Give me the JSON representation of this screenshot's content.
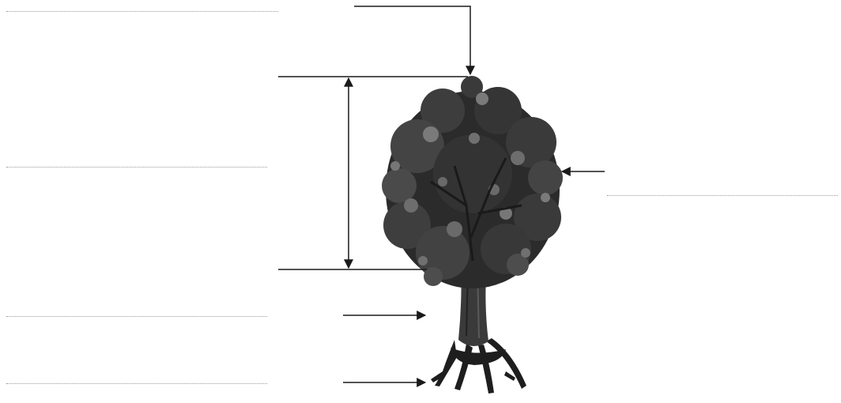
{
  "worksheet": {
    "labels": [
      {
        "id": "crown-top",
        "text": ""
      },
      {
        "id": "crown-height",
        "text": ""
      },
      {
        "id": "leaves",
        "text": ""
      },
      {
        "id": "trunk",
        "text": ""
      },
      {
        "id": "roots",
        "text": ""
      }
    ]
  },
  "colors": {
    "ink": "#1a1a1a",
    "foliage_dark": "#2b2b2b",
    "foliage_mid": "#4d4d4d",
    "foliage_light": "#7a7a7a",
    "trunk": "#3a3a3a",
    "blank_line": "#9a9a9a"
  },
  "icons": [
    "tree-illustration",
    "arrow-down-icon",
    "arrow-right-icon",
    "arrow-left-icon",
    "double-arrow-icon"
  ]
}
